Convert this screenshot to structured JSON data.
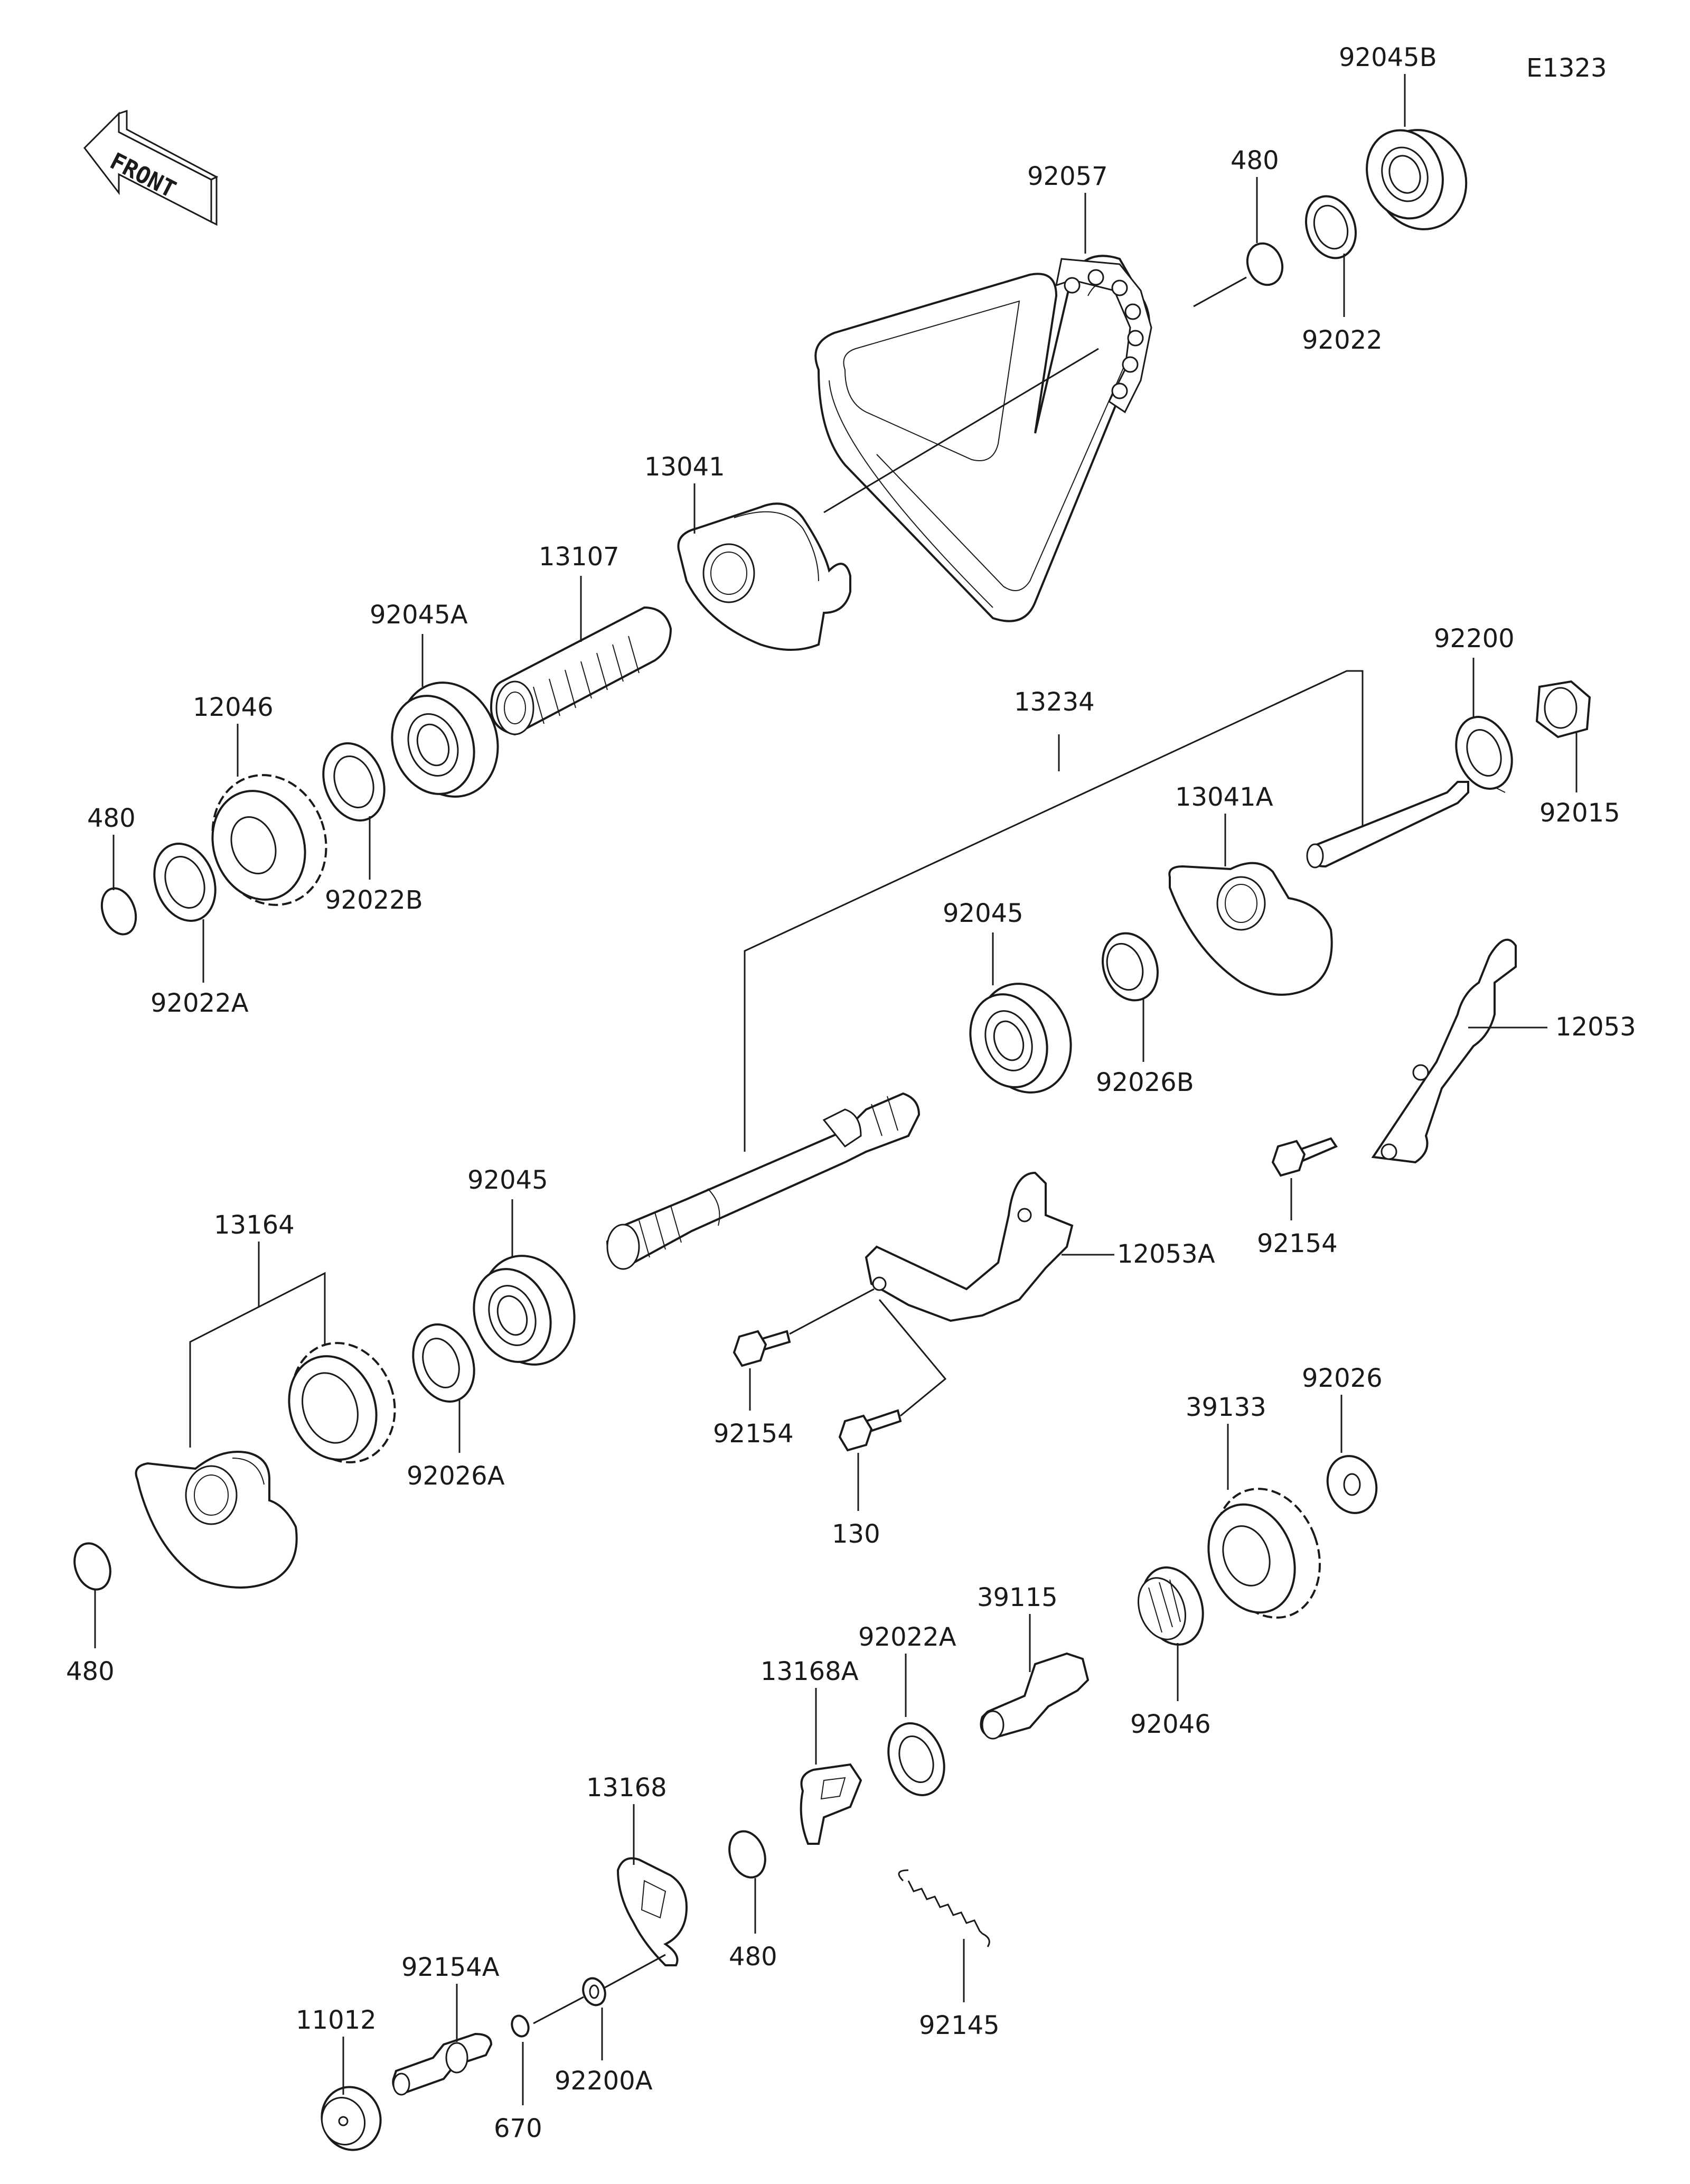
{
  "diagram_code": "E1323",
  "front_label": "FRONT",
  "labels": {
    "p92045B": "92045B",
    "p480_top": "480",
    "p92057": "92057",
    "p92022": "92022",
    "p13041": "13041",
    "p13107": "13107",
    "p92045A": "92045A",
    "p12046": "12046",
    "p480_left": "480",
    "p92022B": "92022B",
    "p92022A_left": "92022A",
    "p13234": "13234",
    "p92200": "92200",
    "p92015": "92015",
    "p13041A": "13041A",
    "p92045_mid": "92045",
    "p92026B": "92026B",
    "p12053": "12053",
    "p92154_right": "92154",
    "p92045_low": "92045",
    "p13164": "13164",
    "p12053A": "12053A",
    "p92026A": "92026A",
    "p92154_mid": "92154",
    "p130": "130",
    "p39133": "39133",
    "p92026": "92026",
    "p480_bl": "480",
    "p39115": "39115",
    "p92022A_low": "92022A",
    "p92046": "92046",
    "p13168A": "13168A",
    "p13168": "13168",
    "p480_low": "480",
    "p92154A": "92154A",
    "p92145": "92145",
    "p11012": "11012",
    "p92200A": "92200A",
    "p670": "670"
  }
}
